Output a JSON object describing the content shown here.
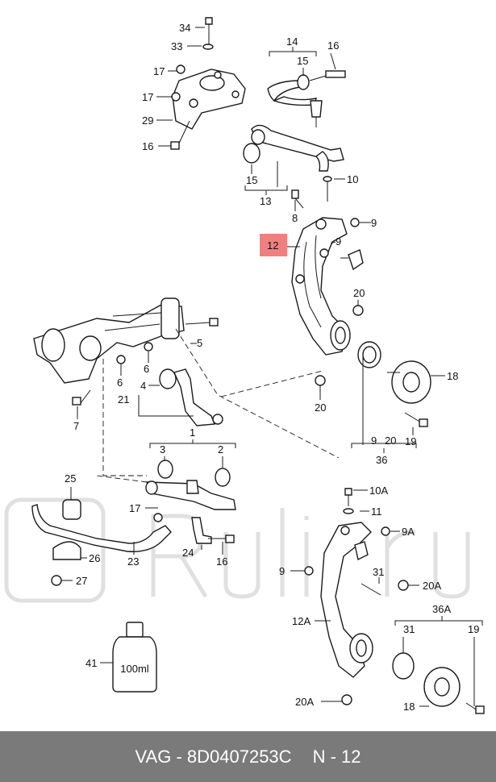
{
  "callouts": {
    "c34": "34",
    "c33": "33",
    "c14": "14",
    "c16a": "16",
    "c15a": "15",
    "c17a": "17",
    "c17b": "17",
    "c29": "29",
    "c16b": "16",
    "c15b": "15",
    "c13": "13",
    "c10": "10",
    "c8": "8",
    "c9a": "9",
    "c12": "12",
    "c9b": "9",
    "c20a": "20",
    "c5": "5",
    "c6a": "6",
    "c6b": "6",
    "c4": "4",
    "c21": "21",
    "c18a": "18",
    "c7": "7",
    "c20b": "20",
    "c1": "1",
    "c3": "3",
    "c2": "2",
    "c19a": "19",
    "c9c": "9",
    "c20c": "20",
    "c36": "36",
    "c25": "25",
    "c17c": "17",
    "c10A": "10A",
    "c11": "11",
    "c9A": "9A",
    "c24": "24",
    "c16c": "16",
    "c26": "26",
    "c23": "23",
    "c27": "27",
    "c9d": "9",
    "c31a": "31",
    "c20A1": "20A",
    "c12A": "12A",
    "c36A": "36A",
    "c31b": "31",
    "c19b": "19",
    "c41": "41",
    "c20A2": "20A",
    "c18b": "18"
  },
  "bottle_label": "100ml",
  "highlight_color": "#f08080",
  "footer": {
    "brand": "VAG - 8D0407253C",
    "page": "N - 12"
  }
}
